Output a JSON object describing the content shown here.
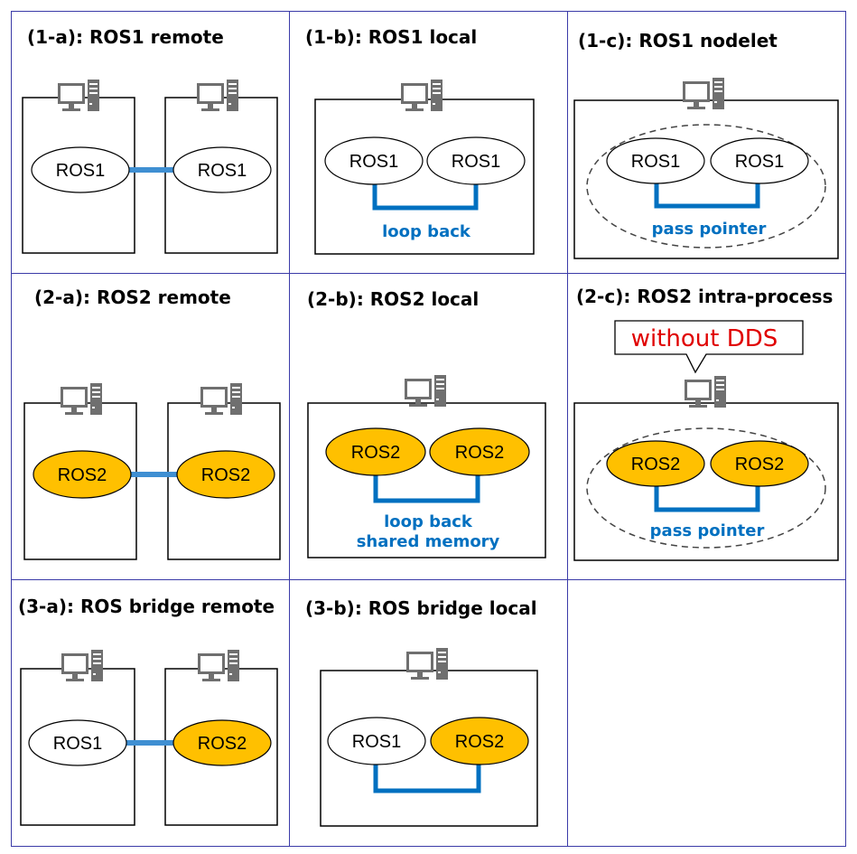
{
  "colors": {
    "grid_border": "#3b3ba8",
    "link": "#0070c0",
    "link_remote": "#3f8fd2",
    "ros1_fill": "#ffffff",
    "ros2_fill": "#ffc000",
    "callout_text": "#e00000"
  },
  "icons": {
    "host": "computer-icon"
  },
  "cells": [
    {
      "id": "1a",
      "title": "(1-a): ROS1 remote",
      "nodes": [
        "ROS1",
        "ROS1"
      ]
    },
    {
      "id": "1b",
      "title": "(1-b): ROS1 local",
      "nodes": [
        "ROS1",
        "ROS1"
      ],
      "link_label": "loop back"
    },
    {
      "id": "1c",
      "title": "(1-c): ROS1 nodelet",
      "nodes": [
        "ROS1",
        "ROS1"
      ],
      "link_label": "pass pointer"
    },
    {
      "id": "2a",
      "title": "(2-a): ROS2 remote",
      "nodes": [
        "ROS2",
        "ROS2"
      ]
    },
    {
      "id": "2b",
      "title": "(2-b): ROS2 local",
      "nodes": [
        "ROS2",
        "ROS2"
      ],
      "link_label": "loop back",
      "link_label_2": "shared memory"
    },
    {
      "id": "2c",
      "title": "(2-c): ROS2 intra-process",
      "nodes": [
        "ROS2",
        "ROS2"
      ],
      "link_label": "pass pointer",
      "callout": "without DDS"
    },
    {
      "id": "3a",
      "title": "(3-a): ROS bridge remote",
      "nodes": [
        "ROS1",
        "ROS2"
      ]
    },
    {
      "id": "3b",
      "title": "(3-b): ROS bridge local",
      "nodes": [
        "ROS1",
        "ROS2"
      ]
    }
  ]
}
